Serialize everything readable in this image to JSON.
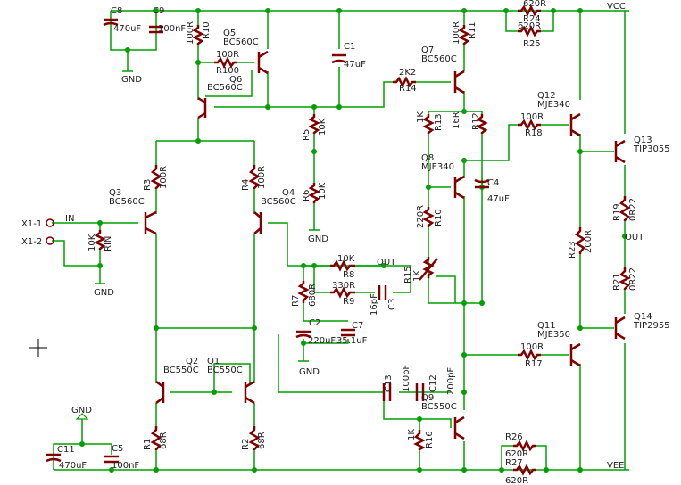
{
  "labels": {
    "c8": "C8",
    "c8v": "470uF",
    "c9": "C9",
    "c9v": "100nF",
    "gnd_top": "GND",
    "r10x": "R10",
    "r10xv": "100R",
    "q5": "Q5",
    "q5t": "BC560C",
    "r100": "R100",
    "r100v": "100R",
    "q6": "Q6",
    "q6t": "BC560C",
    "c1": "C1",
    "c1v": "47uF",
    "r14": "R14",
    "r14v": "2K2",
    "q7": "Q7",
    "q7t": "BC560C",
    "r11": "R11",
    "r11v": "100R",
    "r24": "R24",
    "r24v": "620R",
    "r25": "R25",
    "r25v": "620R",
    "vcc": "VCC",
    "q12": "Q12",
    "q12t": "MJE340",
    "r18": "R18",
    "r18v": "100R",
    "q13": "Q13",
    "q13t": "TIP3055",
    "r13": "R13",
    "r13v": "1K",
    "r12": "R12",
    "r12v": "16R",
    "q8": "Q8",
    "q8t": "MJE340",
    "c4": "C4",
    "c4v": "47uF",
    "r5": "R5",
    "r5v": "10K",
    "r6": "R6",
    "r6v": "10K",
    "gnd_r6": "GND",
    "r3": "R3",
    "r3v": "100R",
    "q3": "Q3",
    "q3t": "BC560C",
    "r4": "R4",
    "r4v": "100R",
    "q4": "Q4",
    "q4t": "BC560C",
    "x11": "X1-1",
    "x12": "X1-2",
    "in": "IN",
    "rin": "RIN",
    "rinv": "10K",
    "gnd_in": "GND",
    "r10": "R10",
    "r10v": "220R",
    "r19": "R19",
    "r19v": "0R22",
    "out_r": "OUT",
    "r8": "R8",
    "r8v": "10K",
    "out_fb": "OUT",
    "r7": "R7",
    "r7v": "680R",
    "r9": "R9",
    "r9v": "330R",
    "c3": "C3",
    "c3v": "16pF",
    "r15": "R15",
    "r15v": "1K",
    "r23": "R23",
    "r23v": "200R",
    "r21": "R21",
    "r21v": "0R22",
    "c2": "C2",
    "c2v": "220uF",
    "c7": "C7",
    "c7v": "35.1uF",
    "gnd_c2": "GND",
    "q11": "Q11",
    "q11t": "MJE350",
    "q14": "Q14",
    "q14t": "TIP2955",
    "r17": "R17",
    "r17v": "100R",
    "q2": "Q2",
    "q2t": "BC550C",
    "q1": "Q1",
    "q1t": "BC550C",
    "c13": "C13",
    "c13v": "100pF",
    "c12": "C12",
    "c12v": "200pF",
    "q9": "Q9",
    "q9t": "BC550C",
    "gnd_bl": "GND",
    "c11": "C11",
    "c11v": "470uF",
    "c5": "C5",
    "c5v": "100nF",
    "r1": "R1",
    "r1v": "68R",
    "r2": "R2",
    "r2v": "68R",
    "r16": "R16",
    "r16v": "1K",
    "r26": "R26",
    "r26v": "620R",
    "r27": "R27",
    "r27v": "620R",
    "vee": "VEE"
  }
}
